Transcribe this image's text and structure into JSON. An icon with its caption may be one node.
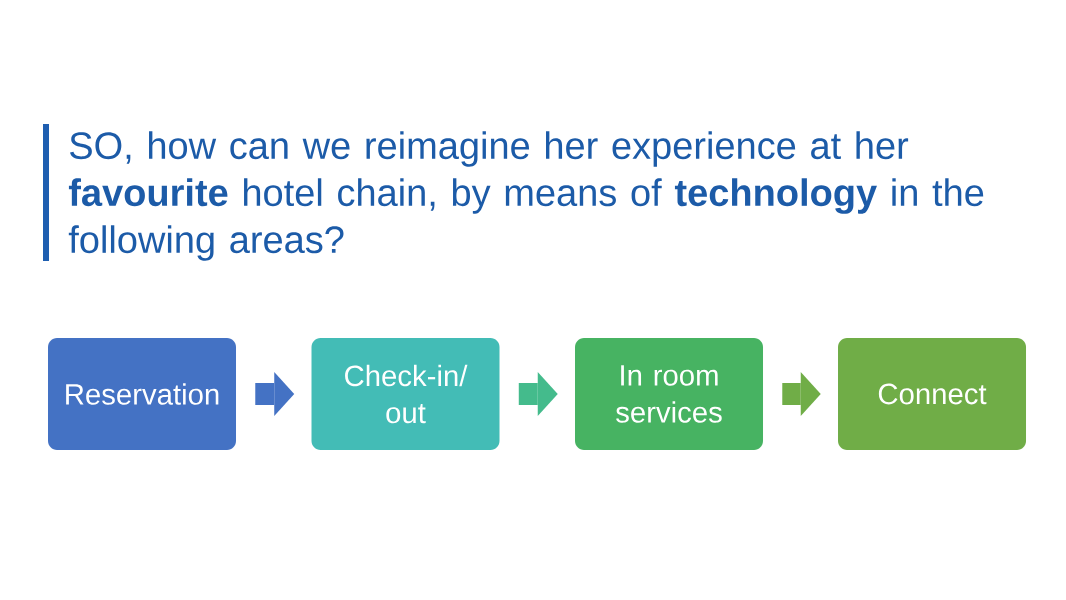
{
  "diagram": {
    "title": "SO, how can we reimagine her experience at her **favourite** hotel chain, by means of **technology** in the following areas?",
    "nodes": [
      {
        "text": [
          "Reservation"
        ]
      },
      {
        "text": [
          "Check-in/ out"
        ]
      },
      {
        "text": [
          "In room services"
        ]
      },
      {
        "text": [
          "Connect"
        ]
      }
    ],
    "edges": [
      {
        "from": 0,
        "to": 1,
        "arrow": "to",
        "color": "#4472c4"
      },
      {
        "from": 1,
        "to": 2,
        "arrow": "to",
        "color": "#44bb8c"
      },
      {
        "from": 2,
        "to": 3,
        "arrow": "to",
        "color": "#70ad47"
      }
    ]
  }
}
